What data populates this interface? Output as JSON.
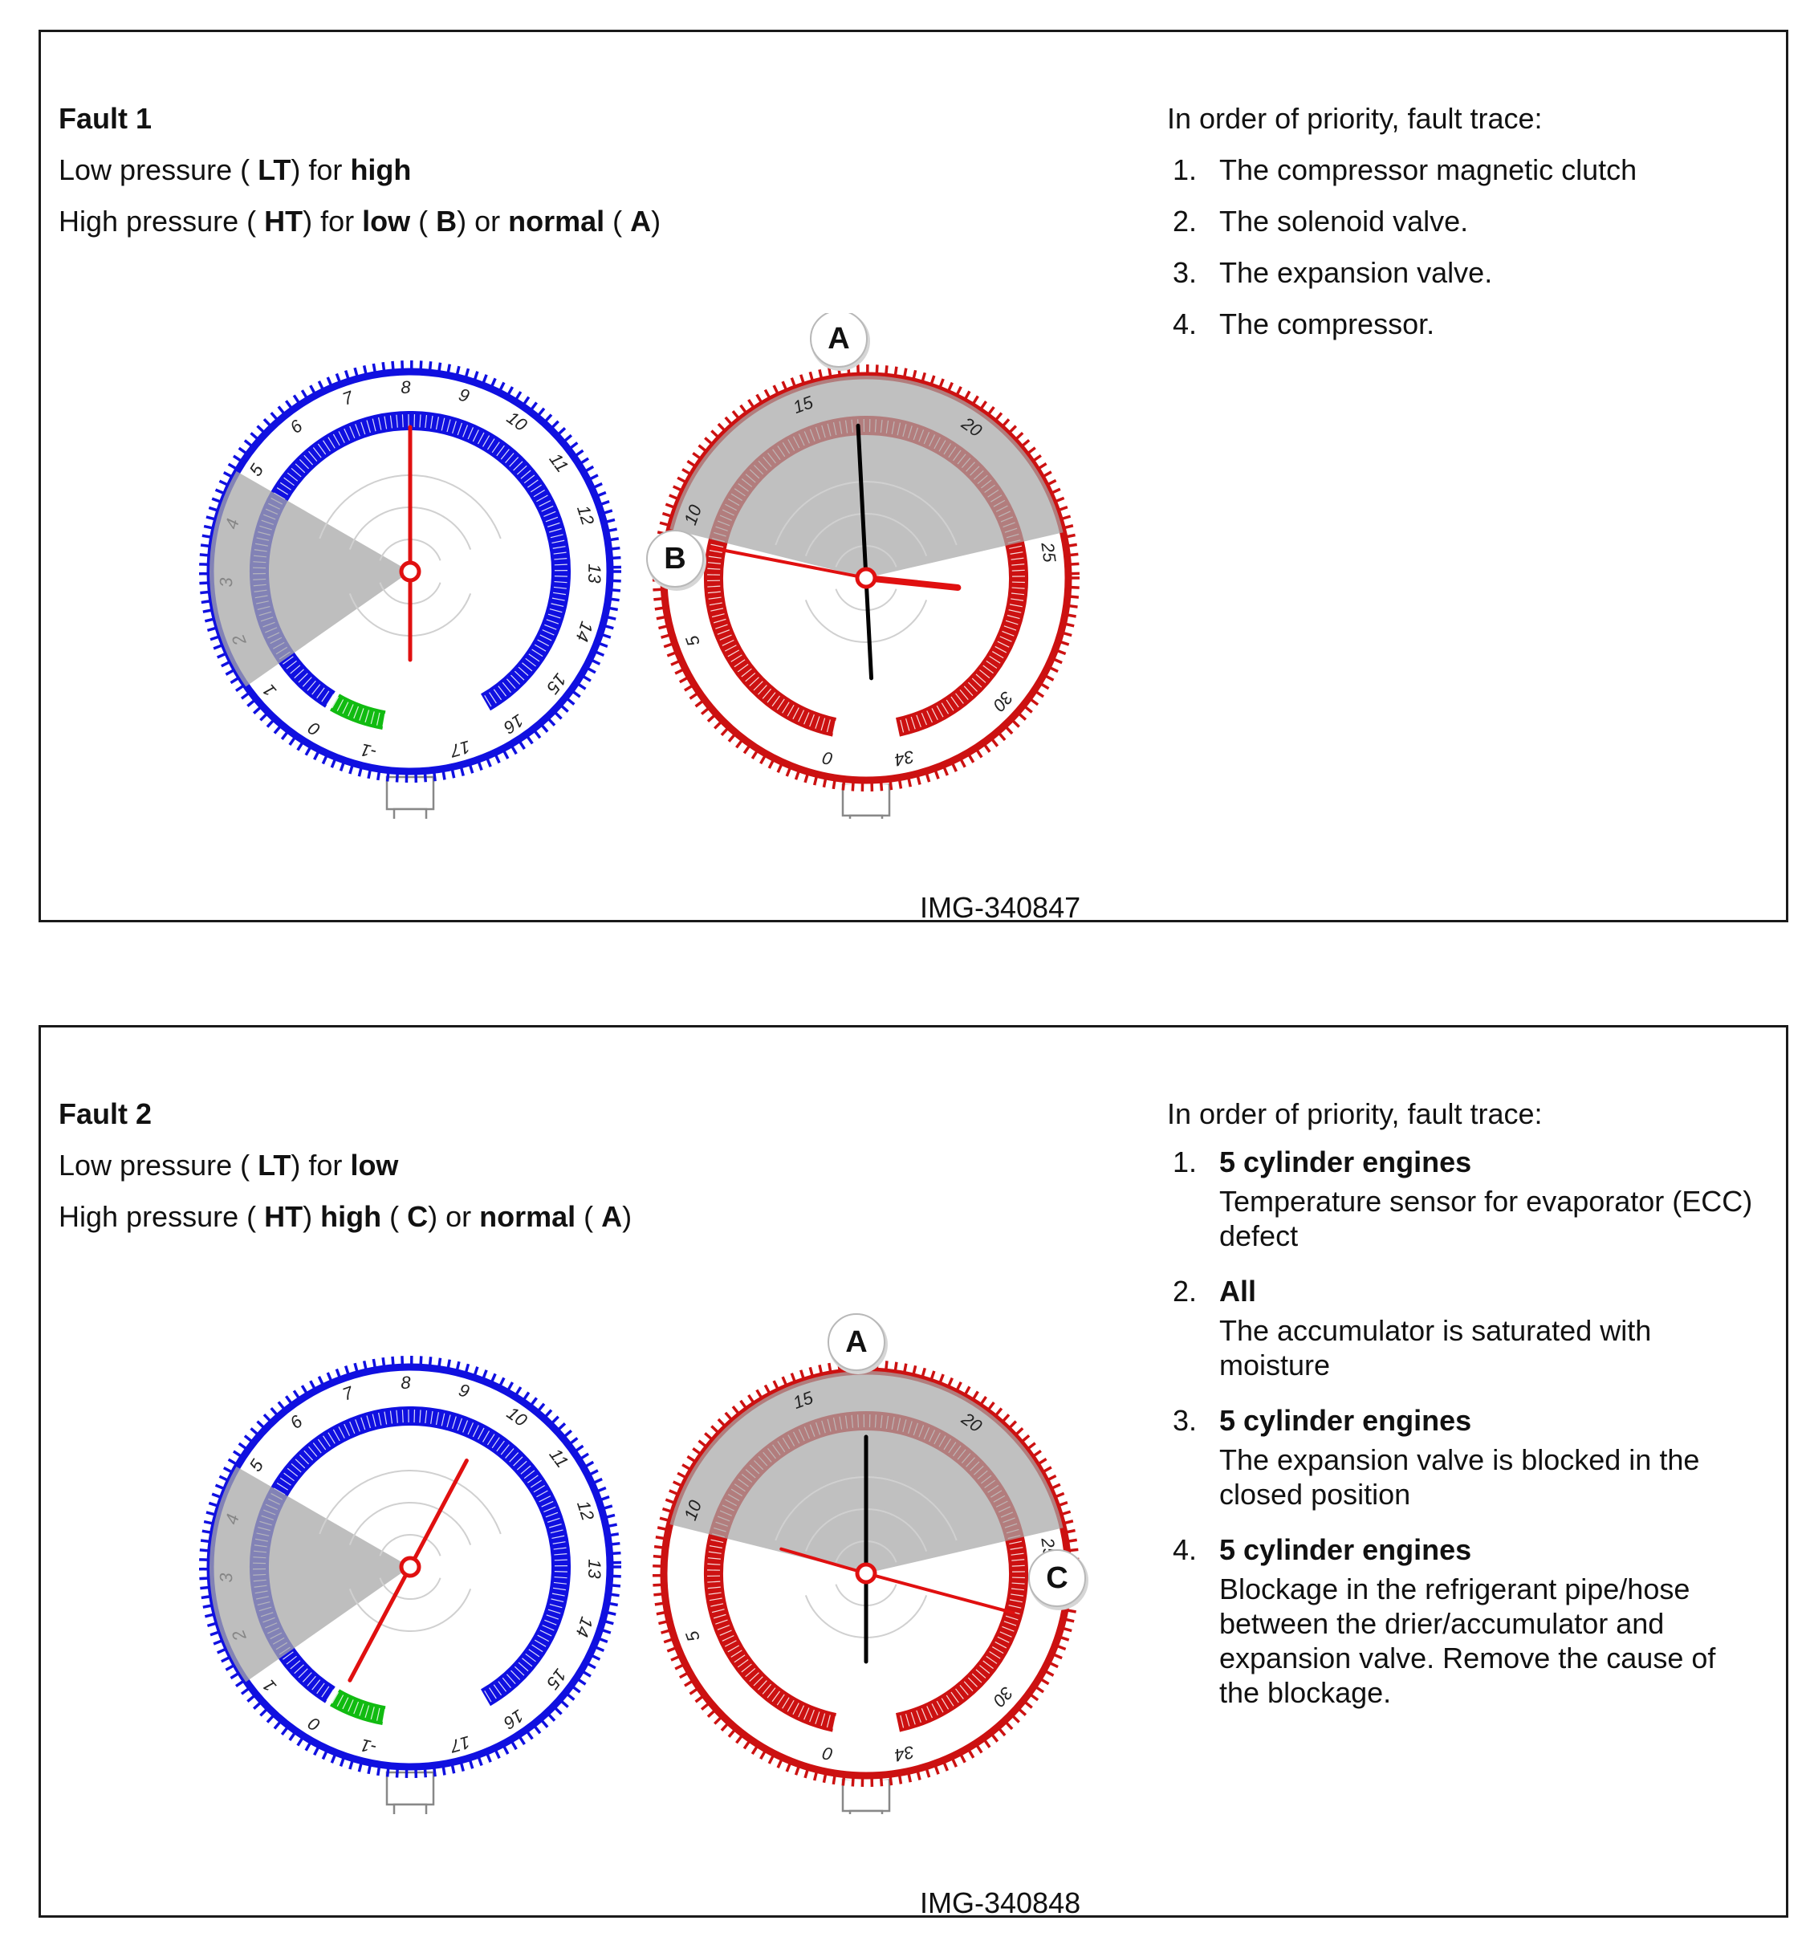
{
  "fault1": {
    "title": "Fault 1",
    "lt": {
      "prefix": "Low pressure ( ",
      "code": "LT",
      "mid": ") for ",
      "state": "high"
    },
    "ht": {
      "prefix": "High pressure ( ",
      "code": "HT",
      "mid1": ") for ",
      "s1": "low",
      "mid2": " ( ",
      "c1": "B",
      "mid3": ") or ",
      "s2": "normal",
      "mid4": " ( ",
      "c2": "A",
      "end": ")"
    },
    "trace_heading": "In order of priority, fault trace:",
    "items": [
      {
        "num": "1.",
        "text": "The compressor magnetic clutch"
      },
      {
        "num": "2.",
        "text": "The solenoid valve."
      },
      {
        "num": "3.",
        "text": "The expansion valve."
      },
      {
        "num": "4.",
        "text": "The compressor."
      }
    ],
    "image_id": "IMG-340847",
    "callouts": [
      "A",
      "B"
    ]
  },
  "fault2": {
    "title": "Fault 2",
    "lt": {
      "prefix": "Low pressure ( ",
      "code": "LT",
      "mid": ") for ",
      "state": "low"
    },
    "ht": {
      "prefix": "High pressure ( ",
      "code": "HT",
      "mid1": ") ",
      "s1": "high",
      "mid2": " ( ",
      "c1": "C",
      "mid3": ") or ",
      "s2": "normal",
      "mid4": " ( ",
      "c2": "A",
      "end": ")"
    },
    "trace_heading": "In order of priority, fault trace:",
    "items": [
      {
        "num": "1.",
        "title": "5 cylinder engines",
        "desc": "Temperature sensor for evaporator (ECC) defect"
      },
      {
        "num": "2.",
        "title": "All",
        "desc": "The accumulator is saturated with moisture"
      },
      {
        "num": "3.",
        "title": "5 cylinder engines",
        "desc": "The expansion valve is blocked in the closed position"
      },
      {
        "num": "4.",
        "title": "5 cylinder engines",
        "desc": "Blockage in the refrigerant pipe/hose between the drier/accumulator and expansion valve. Remove the cause of the blockage."
      }
    ],
    "image_id": "IMG-340848",
    "callouts": [
      "A",
      "C"
    ]
  },
  "gauge_scales": {
    "low": [
      "-1",
      "0",
      "1",
      "2",
      "3",
      "4",
      "5",
      "6",
      "7",
      "8",
      "9",
      "10",
      "11",
      "12",
      "13",
      "14",
      "15",
      "16",
      "17"
    ],
    "high": [
      "0",
      "5",
      "10",
      "15",
      "20",
      "25",
      "30",
      "34"
    ]
  },
  "colors": {
    "low_gauge": "#1010e0",
    "high_gauge": "#cc1111",
    "vacuum": "#11bb11",
    "zone": "#a8a8a8",
    "needle_red": "#e01010",
    "needle_black": "#000000"
  }
}
